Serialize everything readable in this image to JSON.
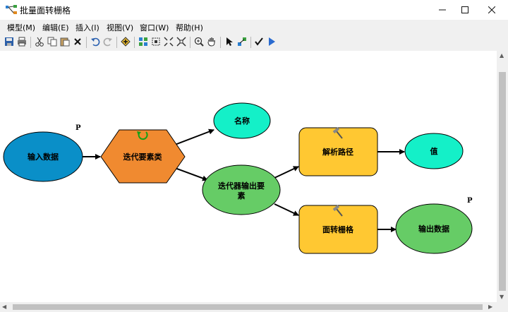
{
  "window": {
    "title": "批量面转栅格",
    "minimize_icon": "minimize-icon",
    "maximize_icon": "maximize-icon",
    "close_icon": "close-icon"
  },
  "menu": [
    "模型(M)",
    "编辑(E)",
    "插入(I)",
    "视图(V)",
    "窗口(W)",
    "帮助(H)"
  ],
  "toolbar_icons": [
    "save-icon",
    "print-icon",
    "cut-icon",
    "copy-icon",
    "paste-icon",
    "delete-icon",
    "undo-icon",
    "redo-icon",
    "add-data-icon",
    "auto-layout-icon",
    "full-extent-icon",
    "fixed-zoom-in-icon",
    "fixed-zoom-out-icon",
    "zoom-in-icon",
    "pan-icon",
    "select-icon",
    "connect-icon",
    "validate-icon",
    "run-icon"
  ],
  "model": {
    "nodes": {
      "input_data": {
        "label": "输入数据",
        "fill": "#0a8fc8"
      },
      "iterate": {
        "label": "迭代要素类",
        "fill": "#f08a30"
      },
      "name": {
        "label": "名称",
        "fill": "#14f0c8"
      },
      "iter_output": {
        "label_line1": "迭代器输出要",
        "label_line2": "素",
        "fill": "#66cc66"
      },
      "parse_path": {
        "label": "解析路径",
        "fill": "#ffc832"
      },
      "value": {
        "label": "值",
        "fill": "#14f0c8"
      },
      "polygon_to_raster": {
        "label": "面转栅格",
        "fill": "#ffc832"
      },
      "output_data": {
        "label": "输出数据",
        "fill": "#66cc66"
      }
    },
    "param_marks": {
      "input": "P",
      "output": "P"
    }
  }
}
